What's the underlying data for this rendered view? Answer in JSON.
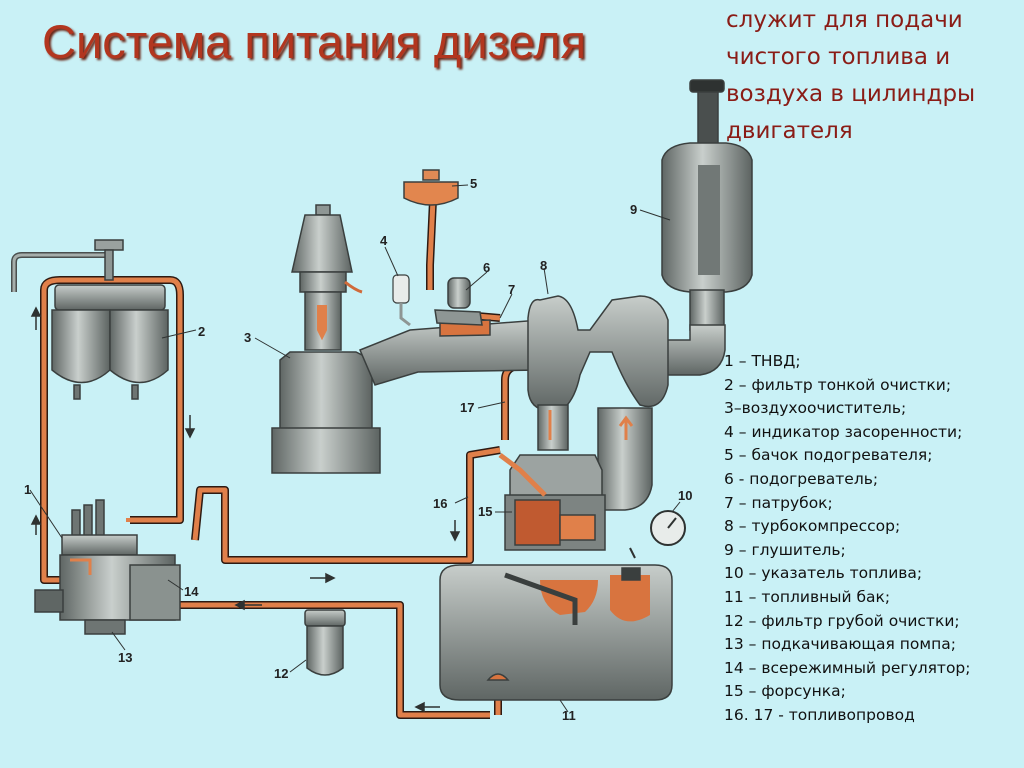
{
  "title": "Система питания дизеля",
  "subtitle": "служит для подачи чистого топлива и воздуха в цилиндры двигателя",
  "callouts": {
    "n1": "1",
    "n2": "2",
    "n3": "3",
    "n4": "4",
    "n5": "5",
    "n6": "6",
    "n7": "7",
    "n8": "8",
    "n9": "9",
    "n10": "10",
    "n11": "11",
    "n12": "12",
    "n13": "13",
    "n14": "14",
    "n15": "15",
    "n16": "16",
    "n17": "17"
  },
  "legend": [
    "1 – ТНВД;",
    "2 – фильтр тонкой очистки;",
    "3–воздухоочиститель;",
    "4 – индикатор засоренности;",
    "5 – бачок подогревателя;",
    "6 -  подогреватель;",
    "7 – патрубок;",
    "8 – турбокомпрессор;",
    "9 – глушитель;",
    "10 – указатель топлива;",
    "11 – топливный бак;",
    "12 – фильтр грубой очистки;",
    "13 – подкачивающая помпа;",
    "14 – всережимный регулятор;",
    "15 – форсунка;",
    "16. 17 - топливопровод"
  ],
  "colors": {
    "background": "#c9f1f6",
    "title": "#b2361f",
    "subtitle": "#8a1c16",
    "fuel_line": "#d8743f",
    "component_metal": "#8e9694"
  }
}
